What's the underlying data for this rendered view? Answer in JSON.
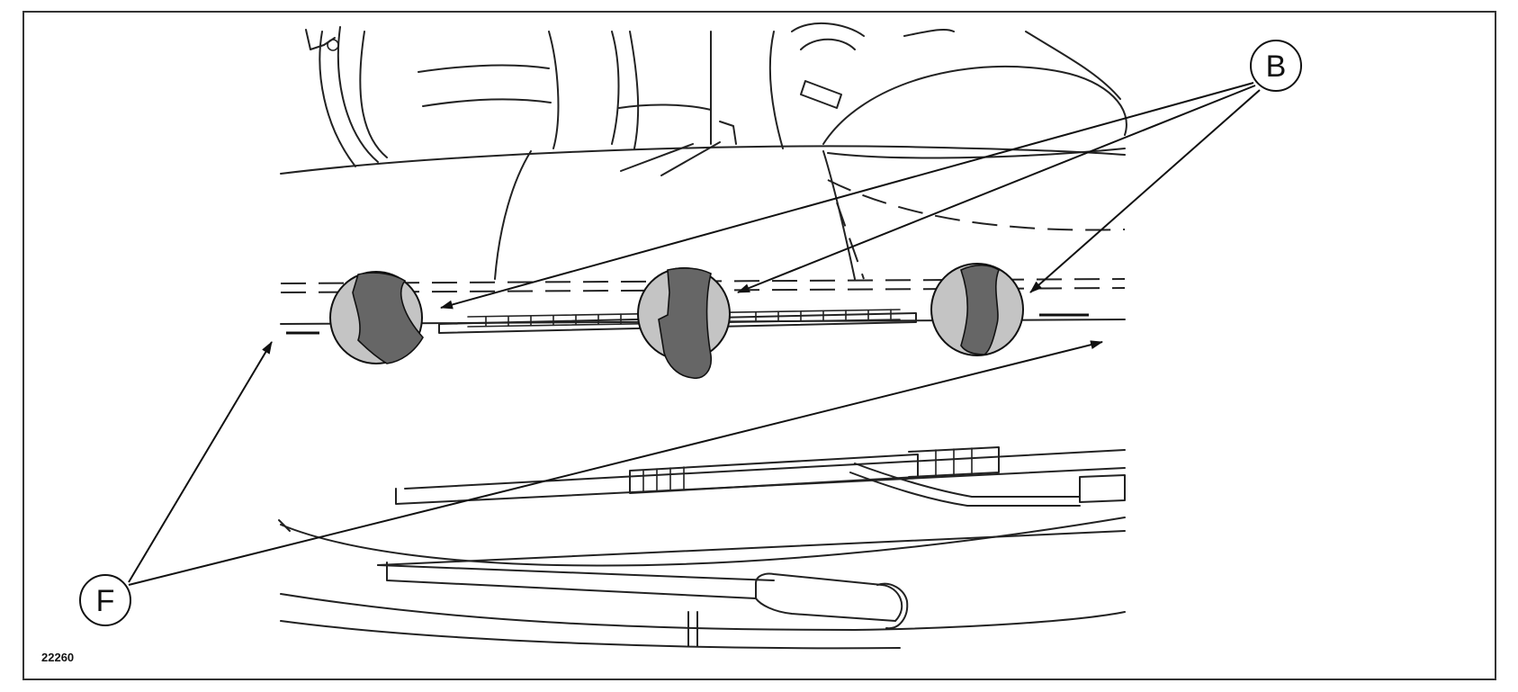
{
  "callouts": {
    "b": {
      "label": "B"
    },
    "f": {
      "label": "F"
    }
  },
  "figure": {
    "reference": "22260"
  },
  "colors": {
    "frame": "#333333",
    "clip_dark": "#666666",
    "clip_light": "#c4c4c4",
    "line": "#222222"
  }
}
